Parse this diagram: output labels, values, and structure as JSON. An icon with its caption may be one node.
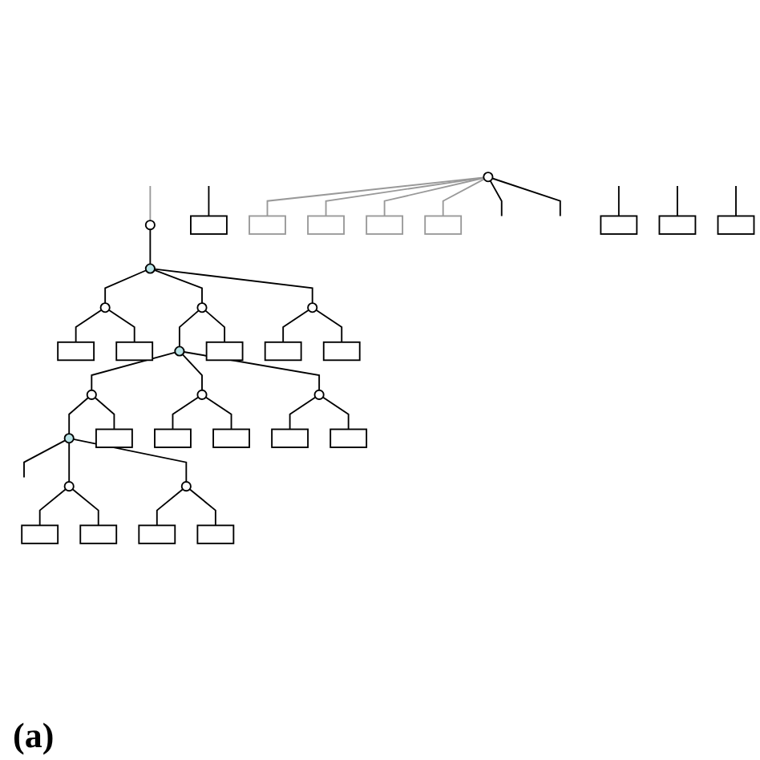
{
  "diagram": {
    "nodes": [
      {
        "text": [],
        "shape": "circle"
      },
      {
        "text": [],
        "shape": "circle"
      },
      {
        "text": [],
        "shape": "circle"
      },
      {
        "text": [],
        "shape": "circle"
      },
      {
        "text": [],
        "shape": "circle"
      },
      {
        "text": [],
        "shape": "box"
      },
      {
        "text": [],
        "shape": "box"
      },
      {
        "text": [],
        "shape": "box"
      },
      {
        "text": [],
        "shape": "circle"
      },
      {
        "text": [],
        "shape": "box"
      },
      {
        "text": [],
        "shape": "box"
      },
      {
        "text": [],
        "shape": "box"
      },
      {
        "text": [],
        "shape": "circle"
      },
      {
        "text": [],
        "shape": "circle"
      },
      {
        "text": [],
        "shape": "circle"
      },
      {
        "text": [],
        "shape": "circle"
      },
      {
        "text": [],
        "shape": "box"
      },
      {
        "text": [],
        "shape": "box"
      },
      {
        "text": [],
        "shape": "box"
      },
      {
        "text": [],
        "shape": "box"
      },
      {
        "text": [],
        "shape": "box"
      },
      {
        "text": [],
        "shape": "circle"
      },
      {
        "text": [],
        "shape": "circle"
      },
      {
        "text": [],
        "shape": "box"
      },
      {
        "text": [],
        "shape": "box"
      },
      {
        "text": [],
        "shape": "box"
      },
      {
        "text": [],
        "shape": "box"
      },
      {
        "text": [],
        "shape": "circle"
      },
      {
        "text": [],
        "shape": "box"
      },
      {
        "text": [],
        "shape": "box"
      },
      {
        "text": [],
        "shape": "box"
      },
      {
        "text": [],
        "shape": "box"
      },
      {
        "text": [],
        "shape": "box"
      },
      {
        "text": [],
        "shape": "box"
      },
      {
        "text": [],
        "shape": "box"
      }
    ],
    "edges": [
      {
        "from": null,
        "to": 0,
        "arrow": "none",
        "color": "#999999"
      },
      {
        "from": 0,
        "to": 1,
        "arrow": "none"
      },
      {
        "from": 1,
        "to": 2,
        "arrow": "none"
      },
      {
        "from": 1,
        "to": 3,
        "arrow": "none"
      },
      {
        "from": 1,
        "to": 4,
        "arrow": "none"
      },
      {
        "from": null,
        "to": 5,
        "arrow": "none"
      },
      {
        "from": 2,
        "to": 6,
        "arrow": "none"
      },
      {
        "from": 2,
        "to": 7,
        "arrow": "none"
      },
      {
        "from": 3,
        "to": 8,
        "arrow": "none"
      },
      {
        "from": 3,
        "to": 9,
        "arrow": "none"
      },
      {
        "from": 4,
        "to": 10,
        "arrow": "none"
      },
      {
        "from": 4,
        "to": 11,
        "arrow": "none"
      },
      {
        "from": 8,
        "to": 12,
        "arrow": "none"
      },
      {
        "from": 8,
        "to": 13,
        "arrow": "none"
      },
      {
        "from": 8,
        "to": 14,
        "arrow": "none"
      },
      {
        "from": 12,
        "to": 15,
        "arrow": "none"
      },
      {
        "from": 12,
        "to": 16,
        "arrow": "none"
      },
      {
        "from": 13,
        "to": 17,
        "arrow": "none"
      },
      {
        "from": 13,
        "to": 18,
        "arrow": "none"
      },
      {
        "from": 14,
        "to": 19,
        "arrow": "none"
      },
      {
        "from": 14,
        "to": 20,
        "arrow": "none"
      },
      {
        "from": 15,
        "to": null,
        "arrow": "none"
      },
      {
        "from": 15,
        "to": 21,
        "arrow": "none"
      },
      {
        "from": 15,
        "to": 22,
        "arrow": "none"
      },
      {
        "from": 21,
        "to": 23,
        "arrow": "none"
      },
      {
        "from": 21,
        "to": 24,
        "arrow": "none"
      },
      {
        "from": 22,
        "to": 25,
        "arrow": "none"
      },
      {
        "from": 22,
        "to": 26,
        "arrow": "none"
      },
      {
        "from": 27,
        "to": 28,
        "arrow": "none",
        "color": "#999999"
      },
      {
        "from": 27,
        "to": 29,
        "arrow": "none",
        "color": "#999999"
      },
      {
        "from": 27,
        "to": 30,
        "arrow": "none",
        "color": "#999999"
      },
      {
        "from": 27,
        "to": 31,
        "arrow": "none",
        "color": "#999999"
      },
      {
        "from": 27,
        "to": null,
        "arrow": "none"
      },
      {
        "from": 27,
        "to": null,
        "arrow": "none"
      },
      {
        "from": null,
        "to": 32,
        "arrow": "none"
      },
      {
        "from": null,
        "to": 33,
        "arrow": "none"
      },
      {
        "from": null,
        "to": 34,
        "arrow": "none"
      }
    ],
    "labels": [
      "(a)"
    ]
  }
}
